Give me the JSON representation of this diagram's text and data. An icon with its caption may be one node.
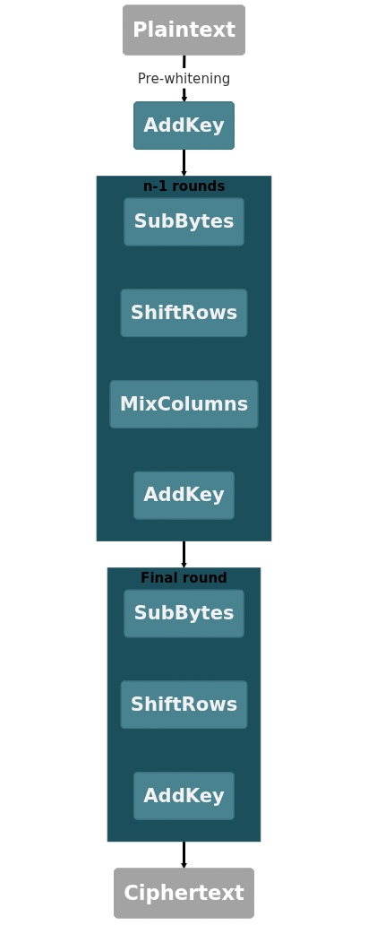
{
  "diagram": {
    "nodes": [
      {
        "text": [
          "Plaintext"
        ]
      },
      {
        "text": [
          "AddKey"
        ]
      },
      {
        "text": [
          "n-1 rounds"
        ]
      },
      {
        "text": [
          "SubBytes"
        ],
        "in": 2
      },
      {
        "text": [
          "ShiftRows"
        ],
        "in": 2
      },
      {
        "text": [
          "MixColumns"
        ],
        "in": 2
      },
      {
        "text": [
          "AddKey"
        ],
        "in": 2
      },
      {
        "text": [
          "Final round"
        ]
      },
      {
        "text": [
          "SubBytes"
        ],
        "in": 7
      },
      {
        "text": [
          "ShiftRows"
        ],
        "in": 7
      },
      {
        "text": [
          "AddKey"
        ],
        "in": 7
      },
      {
        "text": [
          "Ciphertext"
        ]
      }
    ],
    "edges": [
      {
        "from": 0,
        "to": 1,
        "arrow": "to",
        "label": "Pre-whitening"
      },
      {
        "from": 1,
        "to": 2,
        "arrow": "to"
      },
      {
        "from": 2,
        "to": 7,
        "arrow": "to"
      },
      {
        "from": 7,
        "to": 11,
        "arrow": "to"
      }
    ]
  }
}
